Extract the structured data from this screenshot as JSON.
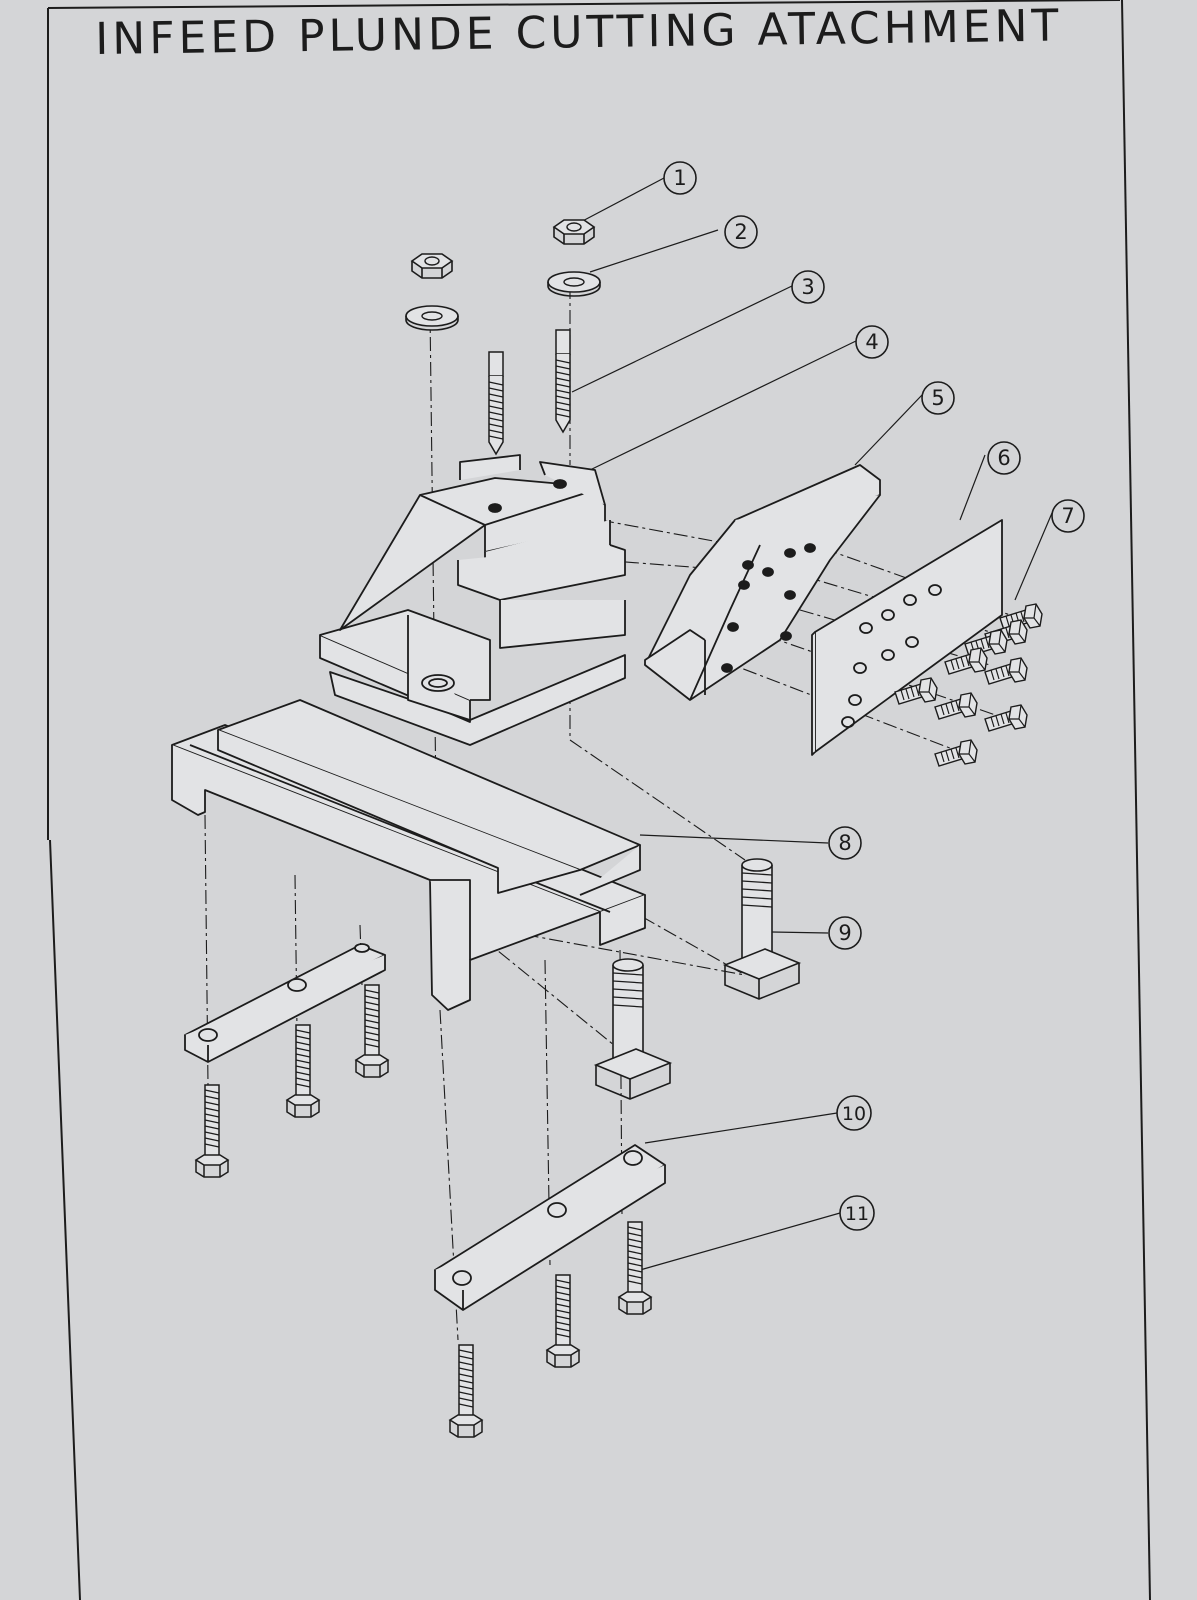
{
  "title": "INFEED PLUNDE CUTTING ATACHMENT",
  "callouts": [
    "1",
    "2",
    "3",
    "4",
    "5",
    "6",
    "7",
    "8",
    "9",
    "10",
    "11"
  ],
  "colors": {
    "paper": "#d4d5d7",
    "ink": "#1c1c1c",
    "face": "#e2e3e5"
  }
}
